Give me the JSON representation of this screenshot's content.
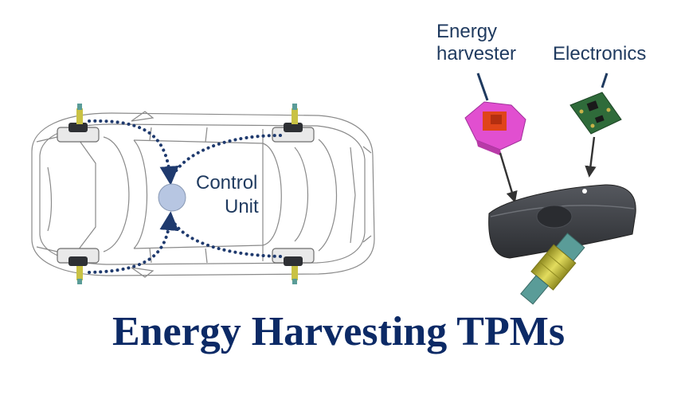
{
  "labels": {
    "control_unit": [
      "Control",
      "Unit"
    ],
    "energy_harvester": [
      "Energy",
      "harvester"
    ],
    "electronics": "Electronics"
  },
  "title": "Energy Harvesting TPMs",
  "colors": {
    "title": "#0c2a66",
    "label": "#1f3a5f",
    "dotted_arrow": "#1f3a6e",
    "control_unit_fill": "#b7c6e2",
    "harvester": "#e14fd0",
    "harvester_core": "#e0441a",
    "pcb": "#2f6b3a",
    "sensor_body": "#3a3c40",
    "valve_brass": "#c9c244",
    "valve_steel": "#5a9c98"
  }
}
